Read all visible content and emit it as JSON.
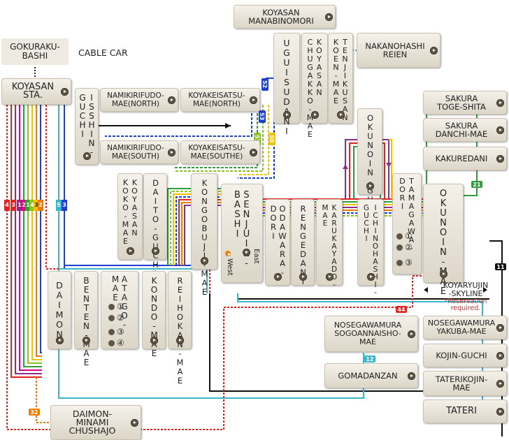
{
  "header": {
    "gokuraku": "GOKURAKU-\nBASHI",
    "cable_car": "CABLE CAR"
  },
  "stops": {
    "koyasan_sta": "KOYASAN\nSTA.",
    "manabinomori": "KOYASAN\nMANABINOMORI",
    "uguisudani": "UGUISUDANI",
    "chugakko": "KOYASAN\nCHUGAKKO-MAE",
    "tenjiku": "TENJIKUSAN\nKOEN-MAE",
    "nakanohashi": "NAKANOHASHI\nREIEN",
    "isshin": "ISSHIN-\nGUCHI",
    "namiki_n": "NAMIKIRIFUDO-\nMAE(NORTH)",
    "koyakei_n": "KOYAKEISATSU-\nMAE(NORTH)",
    "namiki_s": "NAMIKIRIFUDO-\nMAE(SOUTH)",
    "koyakei_s": "KOYAKEISATSU-\nMAE(SOUTHE)",
    "okunoin_guchi": "OKUNOIN-GUCHI",
    "sakura_toge": "SAKURA\nTOGE-SHITA",
    "sakura_danchi": "SAKURA\nDANCHI-MAE",
    "kakuredani": "KAKUREDANI",
    "koko": "KOYASAN\nKOKO-MAE",
    "daito": "DAITO-GUCHI",
    "kongobuji": "KONGOBUJI-MAE",
    "senjuin": "SENJUIN-\nBASHI",
    "odawara": "ODAWARA-\nDORI",
    "rengedani": "RENGEDANI",
    "karukaya": "KARUKAYADO-\nMAE",
    "ichinohashi": "ICHINOHASHI-\nGUCHI",
    "tamagawa": "TAMAGAWA-\nDORI",
    "okunoin_mae": "OKUNOIN-MAE",
    "daimon": "DAIMON",
    "benten": "BENTEN-MAE",
    "atago": "ATAGO-\nMAE",
    "kondo": "KONDO-MAE",
    "reihokan": "REIHOKAN-MAE",
    "daimon_minami": "DAIMON-\nMINAMI\nCHUSHAJO",
    "nosegawa_sogo": "NOSEGAWAMURA\nSOGOANNAISHO-\nMAE",
    "gomadanzan": "GOMADANZAN",
    "nosegawa_yakuba": "NOSEGAWAMURA\nYAKUBA-MAE",
    "kojin": "KOJIN-GUCHI",
    "taterikojin": "TATERIKOJIN-\nMAE",
    "tateri": "TATERI"
  },
  "senjuin_dirs": {
    "east": "East",
    "west": "West"
  },
  "tamagawa_subs": [
    "①",
    "②",
    "③"
  ],
  "atago_subs": [
    "①",
    "②",
    "③",
    "④"
  ],
  "skyline": {
    "name": "KOYARYUJIN\n-SKYLINE",
    "note": "*Reservation\nrequired."
  },
  "route_numbers": {
    "r4a": "4",
    "r3a": "3",
    "r1a": "1",
    "r2a": "2",
    "r1b": "1",
    "r4b": "4",
    "r3b": "3",
    "r2b": "2",
    "r5a": "5",
    "r3c": "3",
    "r52": "52",
    "r53": "53",
    "r51": "51",
    "r50": "50",
    "r21": "21",
    "r12": "12",
    "r32": "32",
    "r44": "44",
    "r11": "11"
  },
  "colors": {
    "red": "#e4231f",
    "purple": "#8e2c8c",
    "magenta": "#e2007a",
    "green": "#2f9e3a",
    "lime": "#8fc31f",
    "yellow": "#f2c200",
    "orange": "#ee7b00",
    "blue": "#1f3fd0",
    "cyan": "#36b8c9",
    "black": "#111111",
    "brown": "#5e5547"
  }
}
